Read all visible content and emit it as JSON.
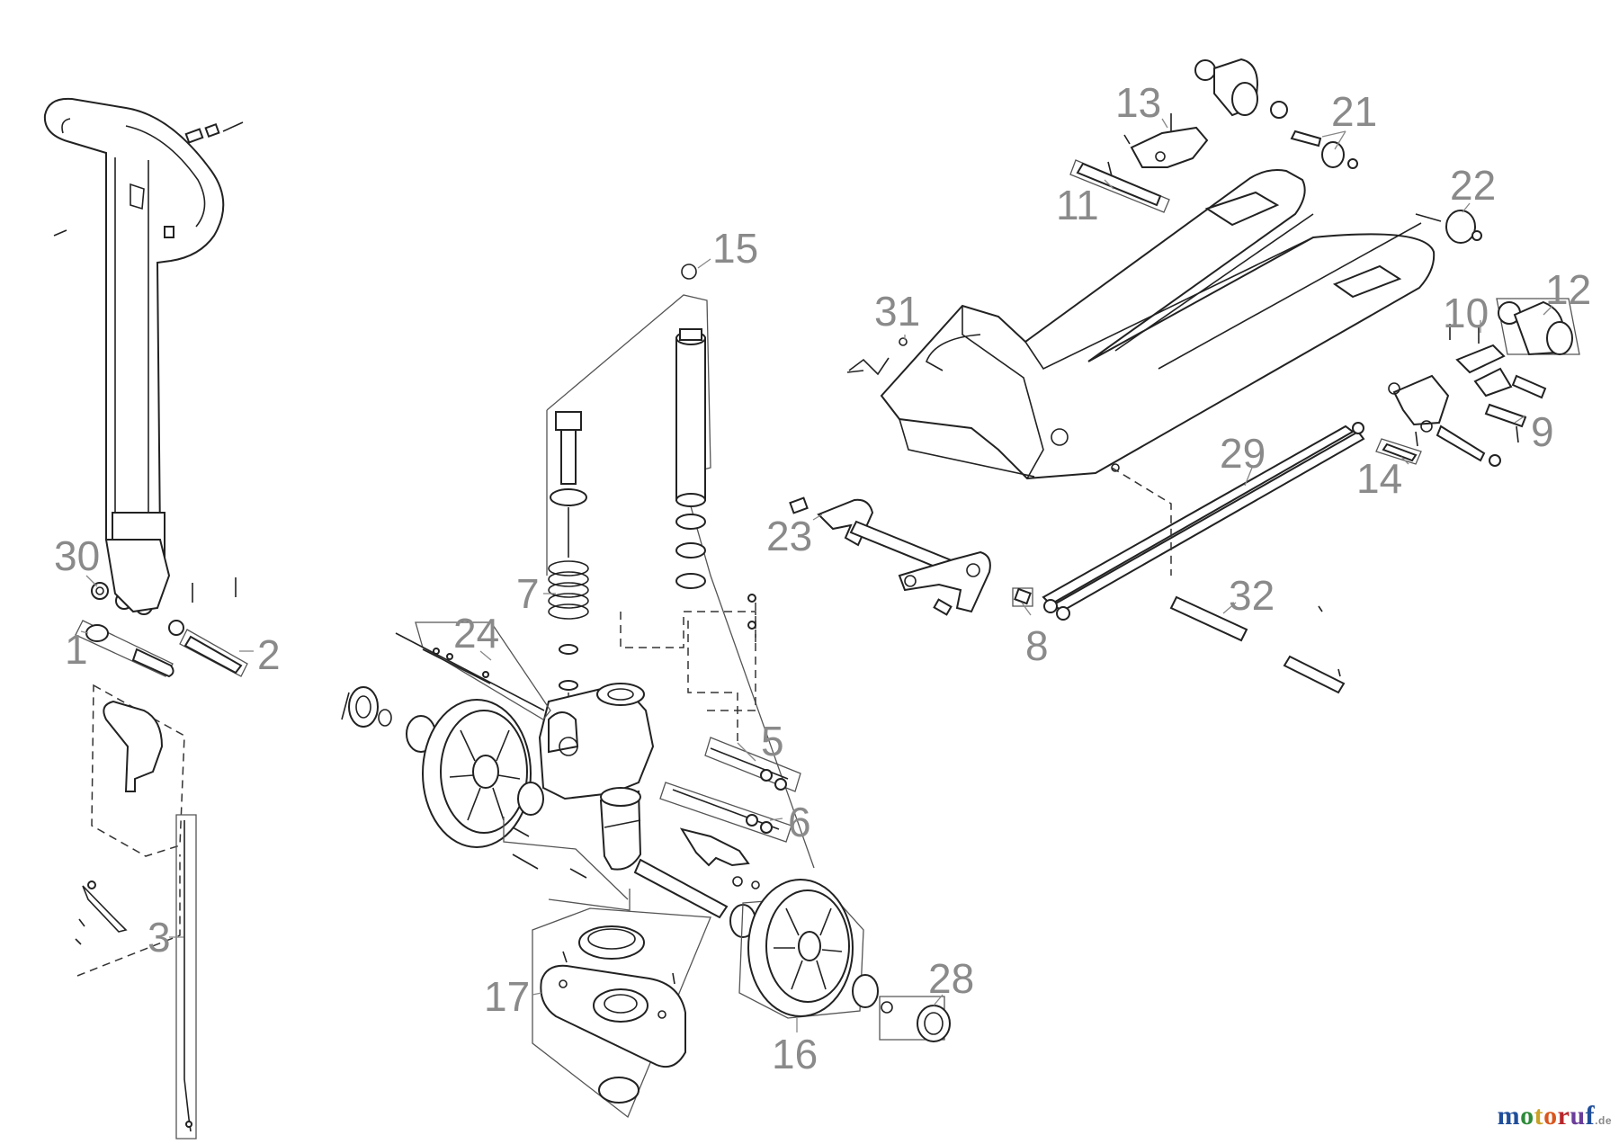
{
  "diagram": {
    "callouts": [
      {
        "key": "p1",
        "label": "1"
      },
      {
        "key": "p2",
        "label": "2"
      },
      {
        "key": "p3",
        "label": "3"
      },
      {
        "key": "p5",
        "label": "5"
      },
      {
        "key": "p6",
        "label": "6"
      },
      {
        "key": "p7",
        "label": "7"
      },
      {
        "key": "p8",
        "label": "8"
      },
      {
        "key": "p9",
        "label": "9"
      },
      {
        "key": "p10",
        "label": "10"
      },
      {
        "key": "p11",
        "label": "11"
      },
      {
        "key": "p12",
        "label": "12"
      },
      {
        "key": "p13",
        "label": "13"
      },
      {
        "key": "p14",
        "label": "14"
      },
      {
        "key": "p15",
        "label": "15"
      },
      {
        "key": "p16",
        "label": "16"
      },
      {
        "key": "p17",
        "label": "17"
      },
      {
        "key": "p21",
        "label": "21"
      },
      {
        "key": "p22",
        "label": "22"
      },
      {
        "key": "p23",
        "label": "23"
      },
      {
        "key": "p24",
        "label": "24"
      },
      {
        "key": "p28",
        "label": "28"
      },
      {
        "key": "p29",
        "label": "29"
      },
      {
        "key": "p30",
        "label": "30"
      },
      {
        "key": "p31",
        "label": "31"
      },
      {
        "key": "p32",
        "label": "32"
      }
    ]
  },
  "brand": {
    "letters": [
      "m",
      "o",
      "t",
      "o",
      "r",
      "u",
      "f"
    ],
    "letter_colors": [
      "#1f4e9a",
      "#2e8b3a",
      "#c9a227",
      "#d9561e",
      "#b8262a",
      "#6a3d9a",
      "#1f4e9a"
    ],
    "tld": ".de"
  }
}
